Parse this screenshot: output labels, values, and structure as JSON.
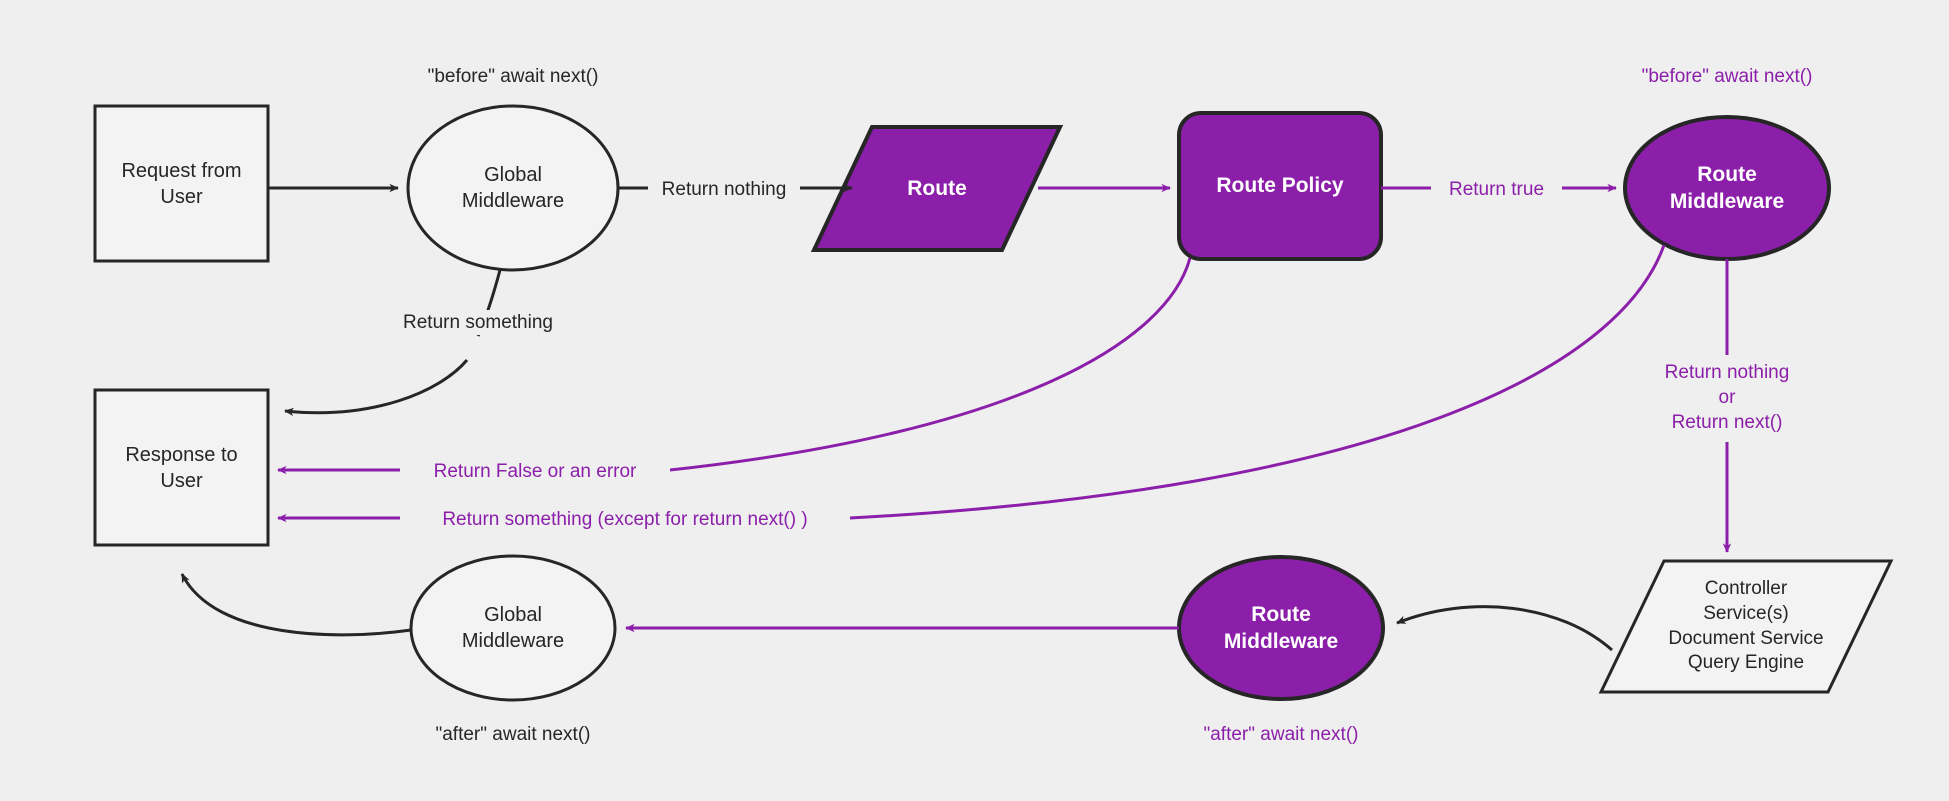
{
  "theme": {
    "background": "#efefef",
    "dark_stroke": "#262626",
    "purple": "#8B1FA9",
    "purple_fill": "#8B1FA9",
    "purple_text": "#8B1FA9",
    "white_fill": "#f3f3f3",
    "node_label_dark": "#262626",
    "node_label_light": "#ffffff"
  },
  "nodes": {
    "request": {
      "label": "Request from\nUser",
      "shape": "rectangle",
      "style": "light"
    },
    "global_middleware_top": {
      "label": "Global\nMiddleware",
      "shape": "ellipse",
      "style": "light"
    },
    "route": {
      "label": "Route",
      "shape": "parallelogram",
      "style": "purple"
    },
    "route_policy": {
      "label": "Route Policy",
      "shape": "rounded-rectangle",
      "style": "purple"
    },
    "route_middleware_top": {
      "label": "Route\nMiddleware",
      "shape": "ellipse",
      "style": "purple"
    },
    "controller": {
      "label": "Controller\nService(s)\nDocument Service\nQuery Engine",
      "shape": "parallelogram",
      "style": "light"
    },
    "route_middleware_bottom": {
      "label": "Route\nMiddleware",
      "shape": "ellipse",
      "style": "purple"
    },
    "global_middleware_bottom": {
      "label": "Global\nMiddleware",
      "shape": "ellipse",
      "style": "light"
    },
    "response": {
      "label": "Response to\nUser",
      "shape": "rectangle",
      "style": "light"
    }
  },
  "annotations": {
    "before_await_next_global": "\"before\" await next()",
    "before_await_next_route": "\"before\" await next()",
    "after_await_next_global": "\"after\" await next()",
    "after_await_next_route": "\"after\" await next()"
  },
  "edge_labels": {
    "return_nothing": "Return nothing",
    "return_something": "Return something",
    "return_true": "Return true",
    "return_false_or_error": "Return False or an error",
    "return_something_except_next": "Return something (except for return next() )",
    "return_nothing_or_next": "Return nothing\nor\nReturn next()"
  }
}
